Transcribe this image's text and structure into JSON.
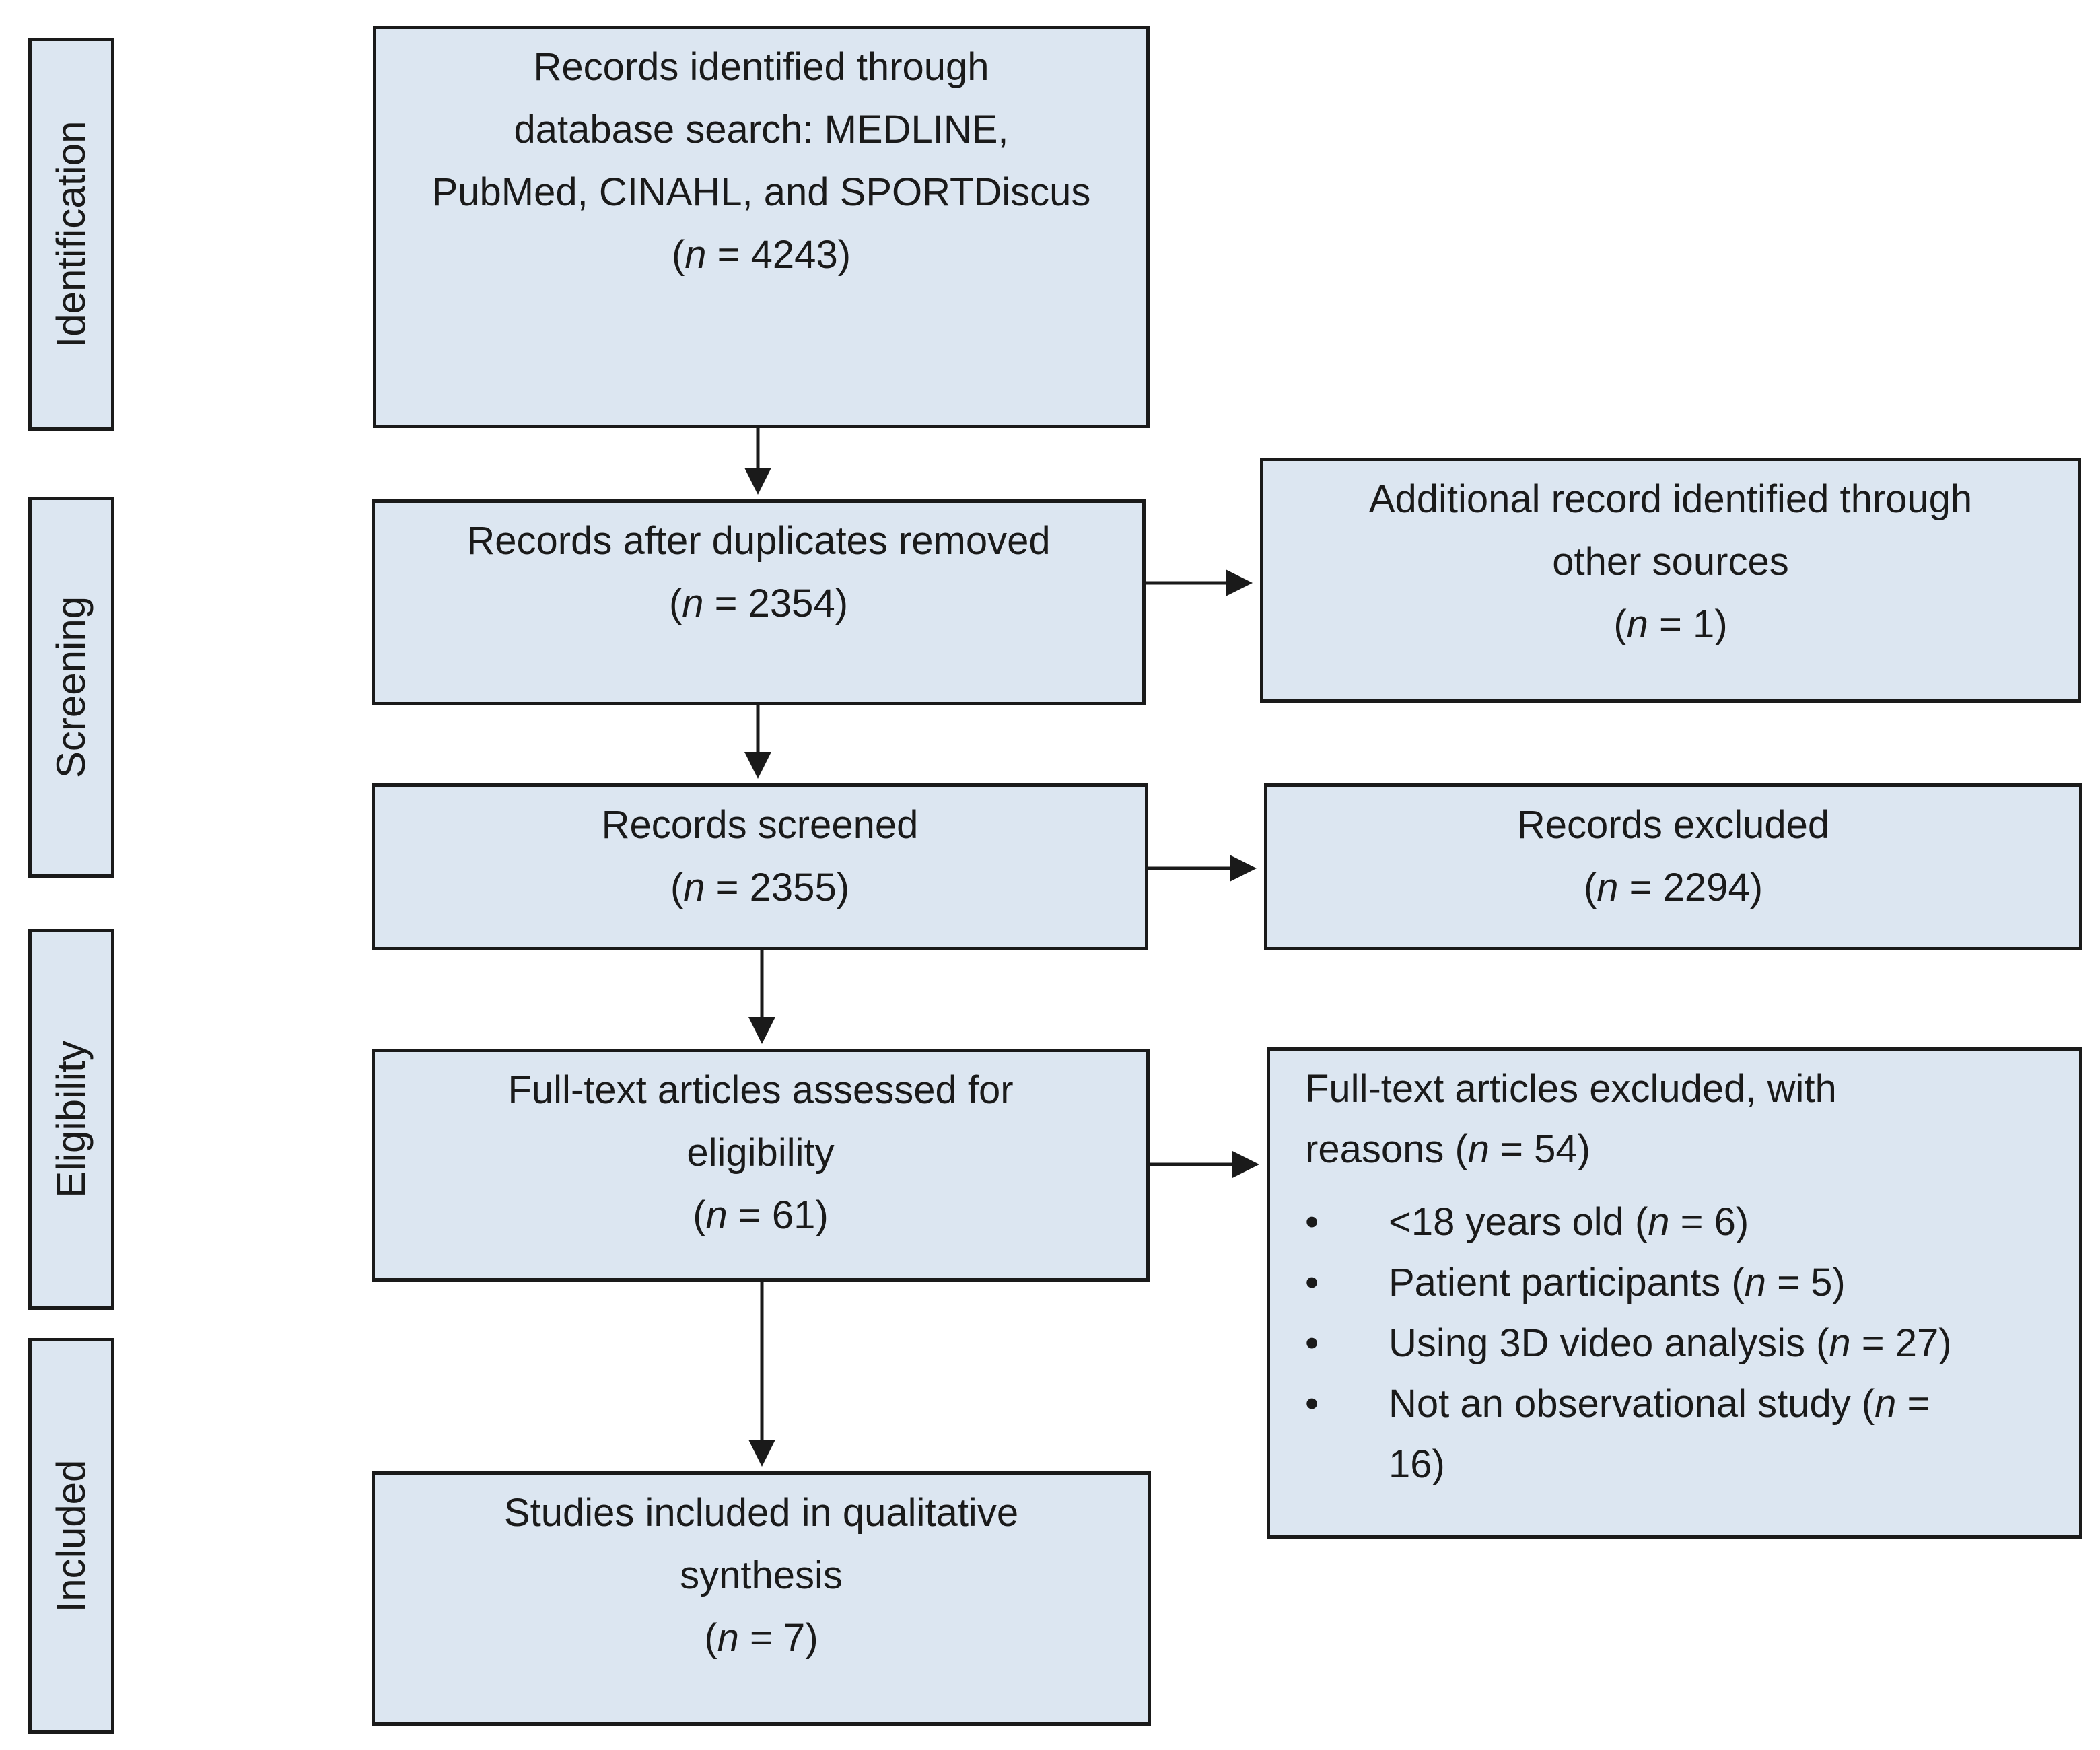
{
  "stages": {
    "identification": "Identification",
    "screening": "Screening",
    "eligibility": "Eligibility",
    "included": "Included"
  },
  "boxes": {
    "identified": {
      "lines": [
        "Records identified through",
        "database search: MEDLINE,",
        "PubMed, CINAHL, and SPORTDiscus"
      ],
      "n": "4243"
    },
    "duplicates_removed": {
      "lines": [
        "Records after duplicates removed"
      ],
      "n": "2354"
    },
    "additional": {
      "lines": [
        "Additional record identified through",
        "other sources"
      ],
      "n": "1"
    },
    "screened": {
      "lines": [
        "Records screened"
      ],
      "n": "2355"
    },
    "excluded": {
      "lines": [
        "Records excluded"
      ],
      "n": "2294"
    },
    "fulltext": {
      "lines": [
        "Full-text articles assessed for",
        "eligibility"
      ],
      "n": "61"
    },
    "fulltext_excluded": {
      "header_line1": "Full-text articles excluded, with",
      "header_line2_prefix": "reasons (",
      "n": "54",
      "reasons": [
        {
          "text": "<18 years old (",
          "n": "6",
          "suffix": ")"
        },
        {
          "text": "Patient participants (",
          "n": "5",
          "suffix": ")"
        },
        {
          "text": "Using 3D video analysis (",
          "n": "27",
          "suffix": ")"
        },
        {
          "text": "Not an observational study (",
          "n": "16",
          "suffix": ")"
        }
      ]
    },
    "included": {
      "lines": [
        "Studies included in qualitative",
        "synthesis"
      ],
      "n": "7"
    }
  },
  "n_symbol": "n",
  "bullet": "•"
}
